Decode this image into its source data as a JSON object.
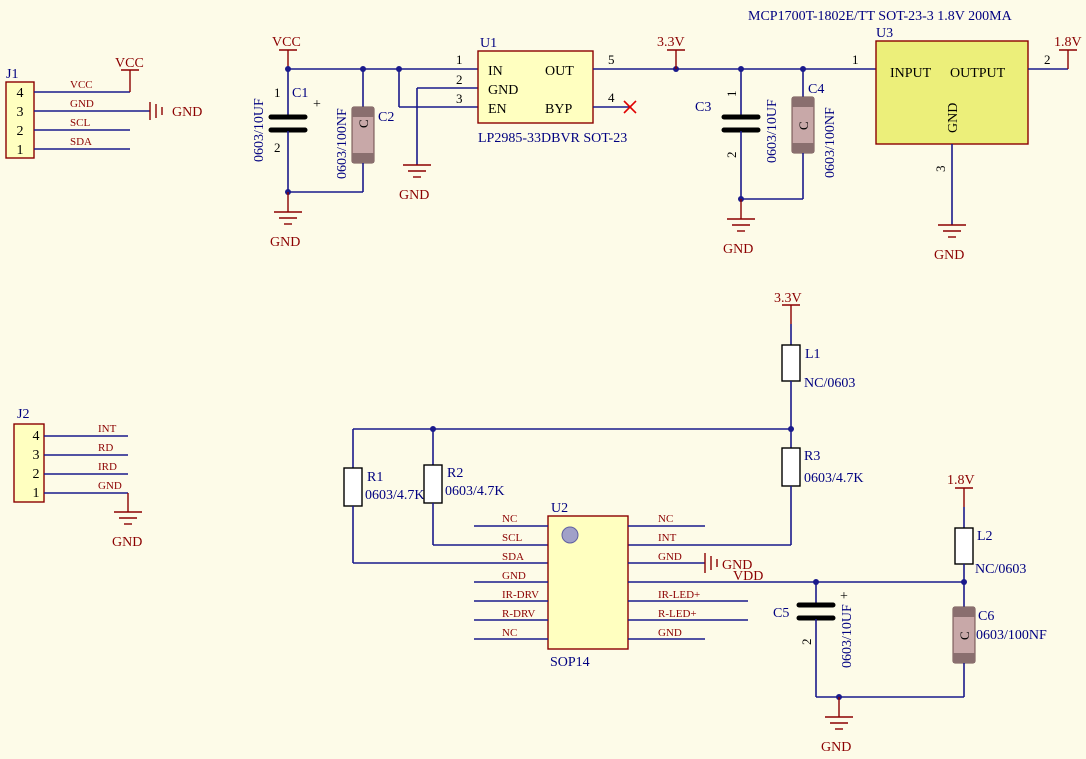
{
  "nets": {
    "vcc": "VCC",
    "gnd": "GND",
    "v33": "3.3V",
    "v18": "1.8V",
    "vdd": "VDD"
  },
  "j1": {
    "designator": "J1",
    "pins": [
      "4",
      "3",
      "2",
      "1"
    ],
    "signals": [
      "VCC",
      "GND",
      "SCL",
      "SDA"
    ]
  },
  "j2": {
    "designator": "J2",
    "pins": [
      "4",
      "3",
      "2",
      "1"
    ],
    "signals": [
      "INT",
      "RD",
      "IRD",
      "GND"
    ]
  },
  "u1": {
    "designator": "U1",
    "part": "LP2985-33DBVR SOT-23",
    "pins_left": [
      "IN",
      "GND",
      "EN"
    ],
    "pins_right": [
      "OUT",
      "BYP"
    ],
    "pin_nums": [
      "1",
      "2",
      "3",
      "5",
      "4"
    ]
  },
  "u3": {
    "designator": "U3",
    "header": "MCP1700T-1802E/TT SOT-23-3 1.8V 200MA",
    "labels": [
      "INPUT",
      "OUTPUT",
      "GND"
    ],
    "pin_nums": [
      "1",
      "2",
      "3"
    ]
  },
  "u2": {
    "designator": "U2",
    "package": "SOP14",
    "pins_left": [
      "NC",
      "SCL",
      "SDA",
      "GND",
      "IR-DRV",
      "R-DRV",
      "NC"
    ],
    "pins_right": [
      "NC",
      "INT",
      "GND",
      "IR-LED+",
      "R-LED+",
      "GND"
    ]
  },
  "caps": {
    "c1": {
      "designator": "C1",
      "value": "0603/10UF",
      "pin1": "1",
      "pin2": "2",
      "polarity": "+"
    },
    "c2": {
      "designator": "C2",
      "value": "0603/100NF",
      "mark": "C"
    },
    "c3": {
      "designator": "C3",
      "value": "0603/10UF",
      "pin1": "1",
      "pin2": "2"
    },
    "c4": {
      "designator": "C4",
      "value": "0603/100NF",
      "mark": "C"
    },
    "c5": {
      "designator": "C5",
      "value": "0603/10UF",
      "pin2": "2",
      "polarity": "+"
    },
    "c6": {
      "designator": "C6",
      "value": "0603/100NF",
      "mark": "C"
    }
  },
  "res": {
    "r1": {
      "designator": "R1",
      "value": "0603/4.7K"
    },
    "r2": {
      "designator": "R2",
      "value": "0603/4.7K"
    },
    "r3": {
      "designator": "R3",
      "value": "0603/4.7K"
    }
  },
  "ind": {
    "l1": {
      "designator": "L1",
      "value": "NC/0603"
    },
    "l2": {
      "designator": "L2",
      "value": "NC/0603"
    }
  },
  "colors": {
    "wire": "#1a1a8c",
    "net": "#8b0000",
    "chip": "#ffffc0",
    "regulator": "#ecef7a",
    "background": "#fdfbe8"
  }
}
